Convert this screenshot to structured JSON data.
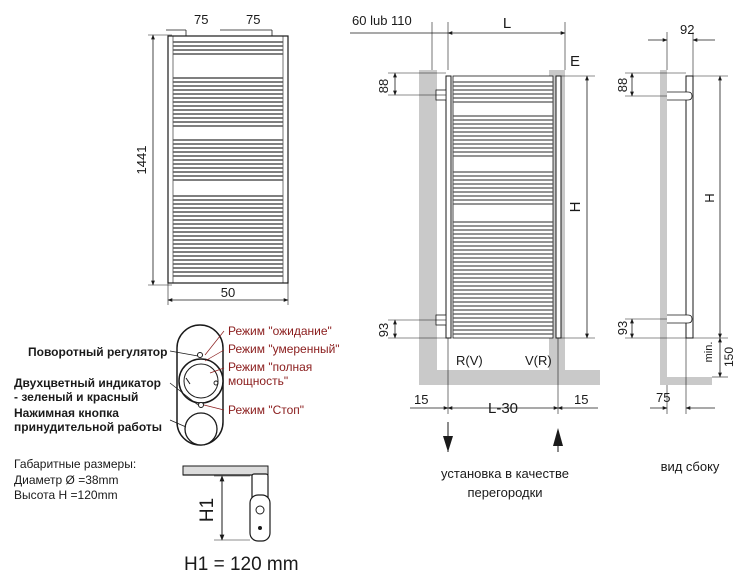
{
  "colors": {
    "ink": "#1a1a1a",
    "wall": "#c9c9c9",
    "mode_text": "#8a1c1c",
    "rail_fill": "#ececec"
  },
  "front": {
    "top_left": "75",
    "top_right": "75",
    "height": "1441",
    "bottom": "50"
  },
  "install": {
    "offset": "60 lub 110",
    "width": "L",
    "corner": "E",
    "top_dim": "88",
    "height": "H",
    "bottom_dim": "93",
    "pipe_left": "R(V)",
    "pipe_right": "V(R)",
    "gap_left": "15",
    "inner": "L-30",
    "gap_right": "15",
    "caption_line1": "установка в качестве",
    "caption_line2": "перегородки"
  },
  "side": {
    "depth": "92",
    "top_dim": "88",
    "height": "H",
    "bottom_dim": "93",
    "min_label": "min.",
    "min_value": "150",
    "floor_dim": "75",
    "caption": "вид сбоку"
  },
  "controller": {
    "rotary": "Поворотный регулятор",
    "indicator_1": "Двухцветный индикатор",
    "indicator_2": "- зеленый и красный",
    "button_1": "Нажимная кнопка",
    "button_2": "принудительной работы",
    "mode_standby": "Режим \"ожидание\"",
    "mode_moderate": "Режим \"умеренный\"",
    "mode_full_1": "Режим \"полная",
    "mode_full_2": "мощность\"",
    "mode_stop": "Режим \"Стоп\""
  },
  "overall": {
    "heading": "Габаритные размеры:",
    "diameter": "Диаметр Ø =38mm",
    "height": "Высота H =120mm"
  },
  "mount": {
    "h1_label": "H1",
    "h1_caption": "H1 = 120 mm"
  }
}
